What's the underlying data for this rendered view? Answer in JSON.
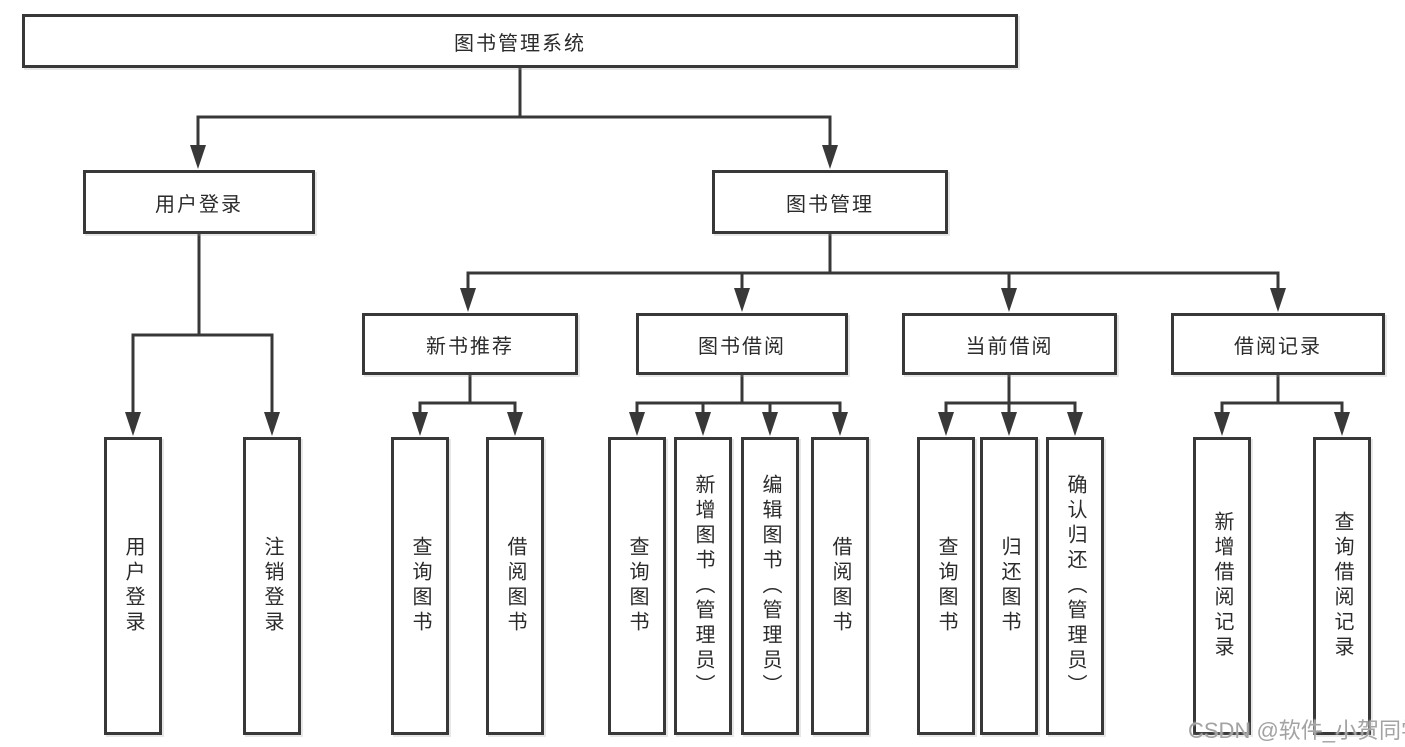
{
  "diagram": {
    "type": "tree",
    "title": "图书管理系统",
    "watermark": "CSDN @软件_小贺同学",
    "colors": {
      "line": "#383838",
      "box_border": "#383838",
      "text": "#2b2b2b",
      "watermark": "#a3a3a3",
      "background": "#ffffff"
    },
    "root": {
      "label": "图书管理系统"
    },
    "level2": [
      {
        "label": "用户登录",
        "children": [
          "用户登录",
          "注销登录"
        ]
      },
      {
        "label": "图书管理"
      }
    ],
    "level3": [
      {
        "label": "新书推荐",
        "children": [
          "查询图书",
          "借阅图书"
        ]
      },
      {
        "label": "图书借阅",
        "children": [
          "查询图书",
          "新增图书（管理员）",
          "编辑图书（管理员）",
          "借阅图书"
        ]
      },
      {
        "label": "当前借阅",
        "children": [
          "查询图书",
          "归还图书",
          "确认归还（管理员）"
        ]
      },
      {
        "label": "借阅记录",
        "children": [
          "新增借阅记录",
          "查询借阅记录"
        ]
      }
    ]
  }
}
